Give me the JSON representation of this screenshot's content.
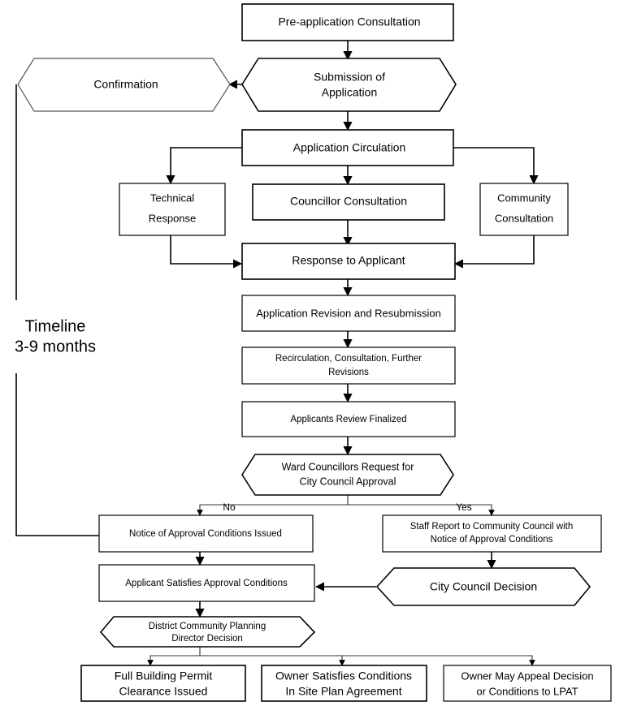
{
  "nodes": {
    "pre_app": "Pre-application Consultation",
    "submission": [
      "Submission of",
      "Application"
    ],
    "confirmation": "Confirmation",
    "circulation": "Application Circulation",
    "technical": [
      "Technical",
      "Response"
    ],
    "councillor": "Councillor Consultation",
    "community": [
      "Community",
      "Consultation"
    ],
    "response": "Response to Applicant",
    "revision": "Application Revision and Resubmission",
    "recirculation": [
      "Recirculation, Consultation, Further",
      "Revisions"
    ],
    "finalized": "Applicants Review Finalized",
    "ward_request": [
      "Ward Councillors Request for",
      "City Council Approval"
    ],
    "notice": "Notice of Approval Conditions Issued",
    "staff_report": [
      "Staff Report to Community Council with",
      "Notice of Approval Conditions"
    ],
    "satisfies": "Applicant Satisfies Approval Conditions",
    "city_decision": "City Council Decision",
    "director": [
      "District Community Planning",
      "Director Decision"
    ],
    "permit": [
      "Full Building Permit",
      "Clearance Issued"
    ],
    "owner_site": [
      "Owner Satisfies Conditions",
      "In Site Plan Agreement"
    ],
    "appeal": [
      "Owner May Appeal Decision",
      "or Conditions to LPAT"
    ]
  },
  "labels": {
    "no": "No",
    "yes": "Yes",
    "timeline": [
      "Timeline",
      "3-9 months"
    ]
  }
}
